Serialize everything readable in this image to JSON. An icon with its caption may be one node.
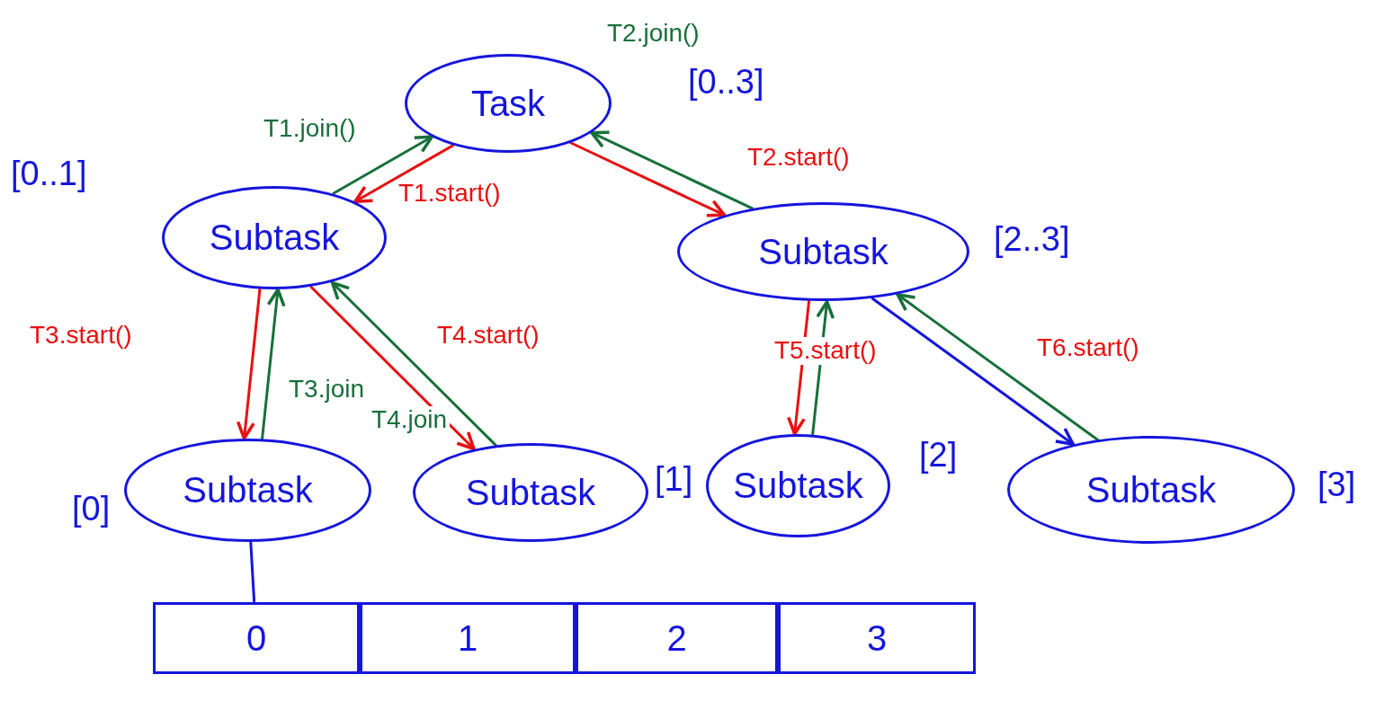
{
  "diagram": {
    "nodes": [
      {
        "text": [
          "Task"
        ],
        "beside": [
          "[0..3]"
        ]
      },
      {
        "text": [
          "Subtask"
        ],
        "beside": [
          "[0..1]"
        ]
      },
      {
        "text": [
          "Subtask"
        ],
        "beside": [
          "[2..3]"
        ]
      },
      {
        "text": [
          "Subtask"
        ],
        "beside": [
          "[0]"
        ]
      },
      {
        "text": [
          "Subtask"
        ],
        "beside": [
          "[1]"
        ]
      },
      {
        "text": [
          "Subtask"
        ],
        "beside": [
          "[2]"
        ]
      },
      {
        "text": [
          "Subtask"
        ],
        "beside": [
          "[3]"
        ]
      },
      {
        "text": [
          "0"
        ]
      },
      {
        "text": [
          "1"
        ]
      },
      {
        "text": [
          "2"
        ]
      },
      {
        "text": [
          "3"
        ]
      }
    ],
    "edges": [
      {
        "from": 0,
        "to": 1,
        "arrow": "to",
        "label": "T1.start()",
        "color": "#e81010"
      },
      {
        "from": 1,
        "to": 0,
        "arrow": "to",
        "label": "T1.join()",
        "color": "#17703a"
      },
      {
        "from": 0,
        "to": 2,
        "arrow": "to",
        "label": "T2.start()",
        "color": "#e81010"
      },
      {
        "from": 2,
        "to": 0,
        "arrow": "to",
        "label": "T2.join()",
        "color": "#17703a"
      },
      {
        "from": 1,
        "to": 3,
        "arrow": "to",
        "label": "T3.start()",
        "color": "#e81010"
      },
      {
        "from": 3,
        "to": 1,
        "arrow": "to",
        "label": "T3.join",
        "color": "#17703a"
      },
      {
        "from": 1,
        "to": 4,
        "arrow": "to",
        "label": "T4.start()",
        "color": "#e81010"
      },
      {
        "from": 4,
        "to": 1,
        "arrow": "to",
        "label": "T4.join",
        "color": "#17703a"
      },
      {
        "from": 2,
        "to": 5,
        "arrow": "to",
        "label": "T5.start()",
        "color": "#e81010"
      },
      {
        "from": 5,
        "to": 2,
        "arrow": "to",
        "color": "#17703a"
      },
      {
        "from": 2,
        "to": 6,
        "arrow": "to",
        "label": "T6.start()",
        "color": "#1515dd"
      },
      {
        "from": 6,
        "to": 2,
        "arrow": "to",
        "color": "#17703a"
      },
      {
        "from": 3,
        "to": 7,
        "arrow": "none",
        "color": "#1515dd"
      }
    ]
  }
}
